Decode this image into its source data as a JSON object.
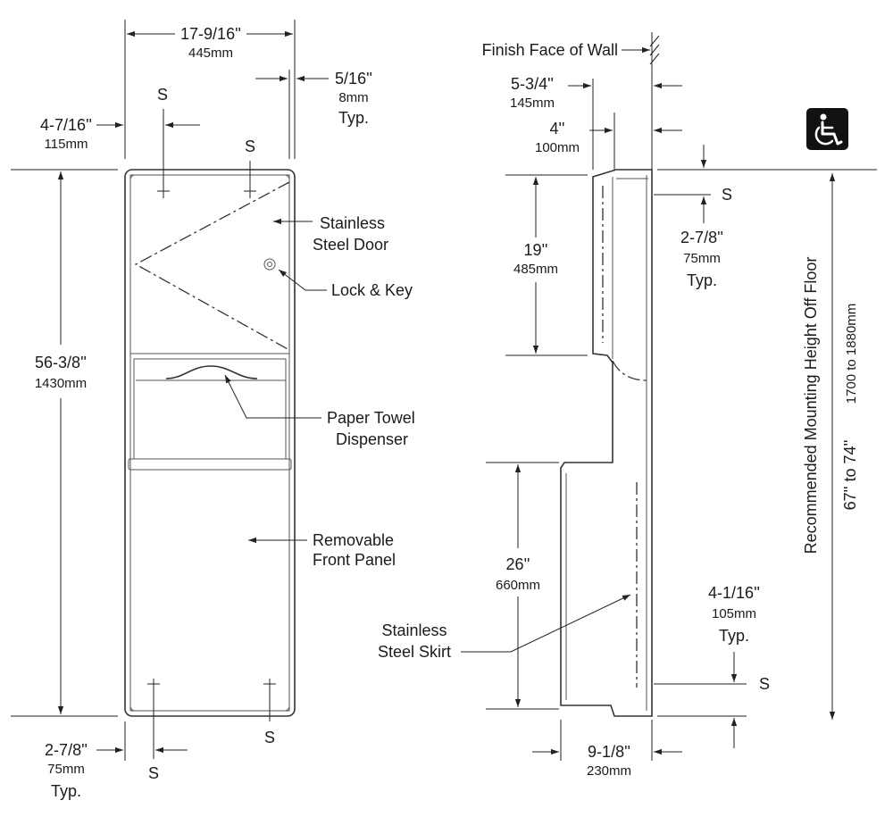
{
  "front_view": {
    "overall_width": {
      "imperial": "17-9/16''",
      "metric": "445mm"
    },
    "lip": {
      "imperial": "5/16''",
      "metric": "8mm",
      "note": "Typ."
    },
    "screw_offset_top": {
      "imperial": "4-7/16''",
      "metric": "115mm"
    },
    "overall_height": {
      "imperial": "56-3/8''",
      "metric": "1430mm"
    },
    "screw_offset_bottom": {
      "imperial": "2-7/8''",
      "metric": "75mm",
      "note": "Typ."
    },
    "screw_marker": "S",
    "callouts": {
      "door_line1": "Stainless",
      "door_line2": "Steel Door",
      "lock": "Lock & Key",
      "towel_line1": "Paper Towel",
      "towel_line2": "Dispenser",
      "panel_line1": "Removable",
      "panel_line2": "Front Panel"
    }
  },
  "side_view": {
    "wall_label": "Finish Face of Wall",
    "top_depth": {
      "imperial": "5-3/4''",
      "metric": "145mm"
    },
    "cabinet_depth": {
      "imperial": "4''",
      "metric": "100mm"
    },
    "dispenser_height": {
      "imperial": "19''",
      "metric": "485mm"
    },
    "screw_offset_top": {
      "imperial": "2-7/8''",
      "metric": "75mm",
      "note": "Typ."
    },
    "skirt_height": {
      "imperial": "26''",
      "metric": "660mm"
    },
    "screw_offset_bottom": {
      "imperial": "4-1/16''",
      "metric": "105mm",
      "note": "Typ."
    },
    "bottom_depth": {
      "imperial": "9-1/8''",
      "metric": "230mm"
    },
    "screw_marker": "S",
    "callouts": {
      "skirt_line1": "Stainless",
      "skirt_line2": "Steel Skirt"
    },
    "mounting": {
      "label": "Recommended Mounting Height Off Floor",
      "imperial": "67'' to 74''",
      "metric": "1700 to 1880mm"
    }
  },
  "accessibility_icon": "wheelchair-icon"
}
